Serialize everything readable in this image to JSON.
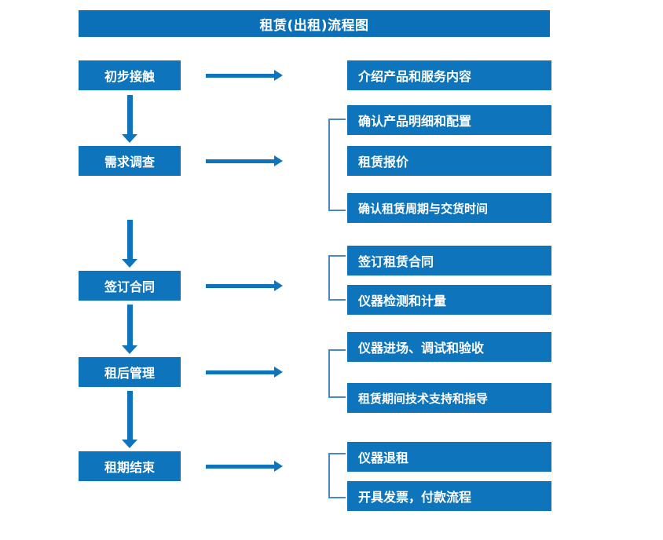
{
  "title": "租赁(出租)流程图",
  "theme": {
    "box_fill": "#0E74BB",
    "title_fill": "#0B70B8",
    "text_color": "#FFFFFF",
    "bracket_color": "#4A87C4",
    "background": "#FFFFFF"
  },
  "stages": [
    {
      "label": "初步接触"
    },
    {
      "label": "需求调查"
    },
    {
      "label": "签订合同"
    },
    {
      "label": "租后管理"
    },
    {
      "label": "租期结束"
    }
  ],
  "tasks": [
    {
      "label": "介绍产品和服务内容"
    },
    {
      "label": "确认产品明细和配置"
    },
    {
      "label": "租赁报价"
    },
    {
      "label": "确认租赁周期与交货时间"
    },
    {
      "label": "签订租赁合同"
    },
    {
      "label": "仪器检测和计量"
    },
    {
      "label": "仪器进场、调试和验收"
    },
    {
      "label": "租赁期间技术支持和指导"
    },
    {
      "label": "仪器退租"
    },
    {
      "label": "开具发票，付款流程"
    }
  ]
}
